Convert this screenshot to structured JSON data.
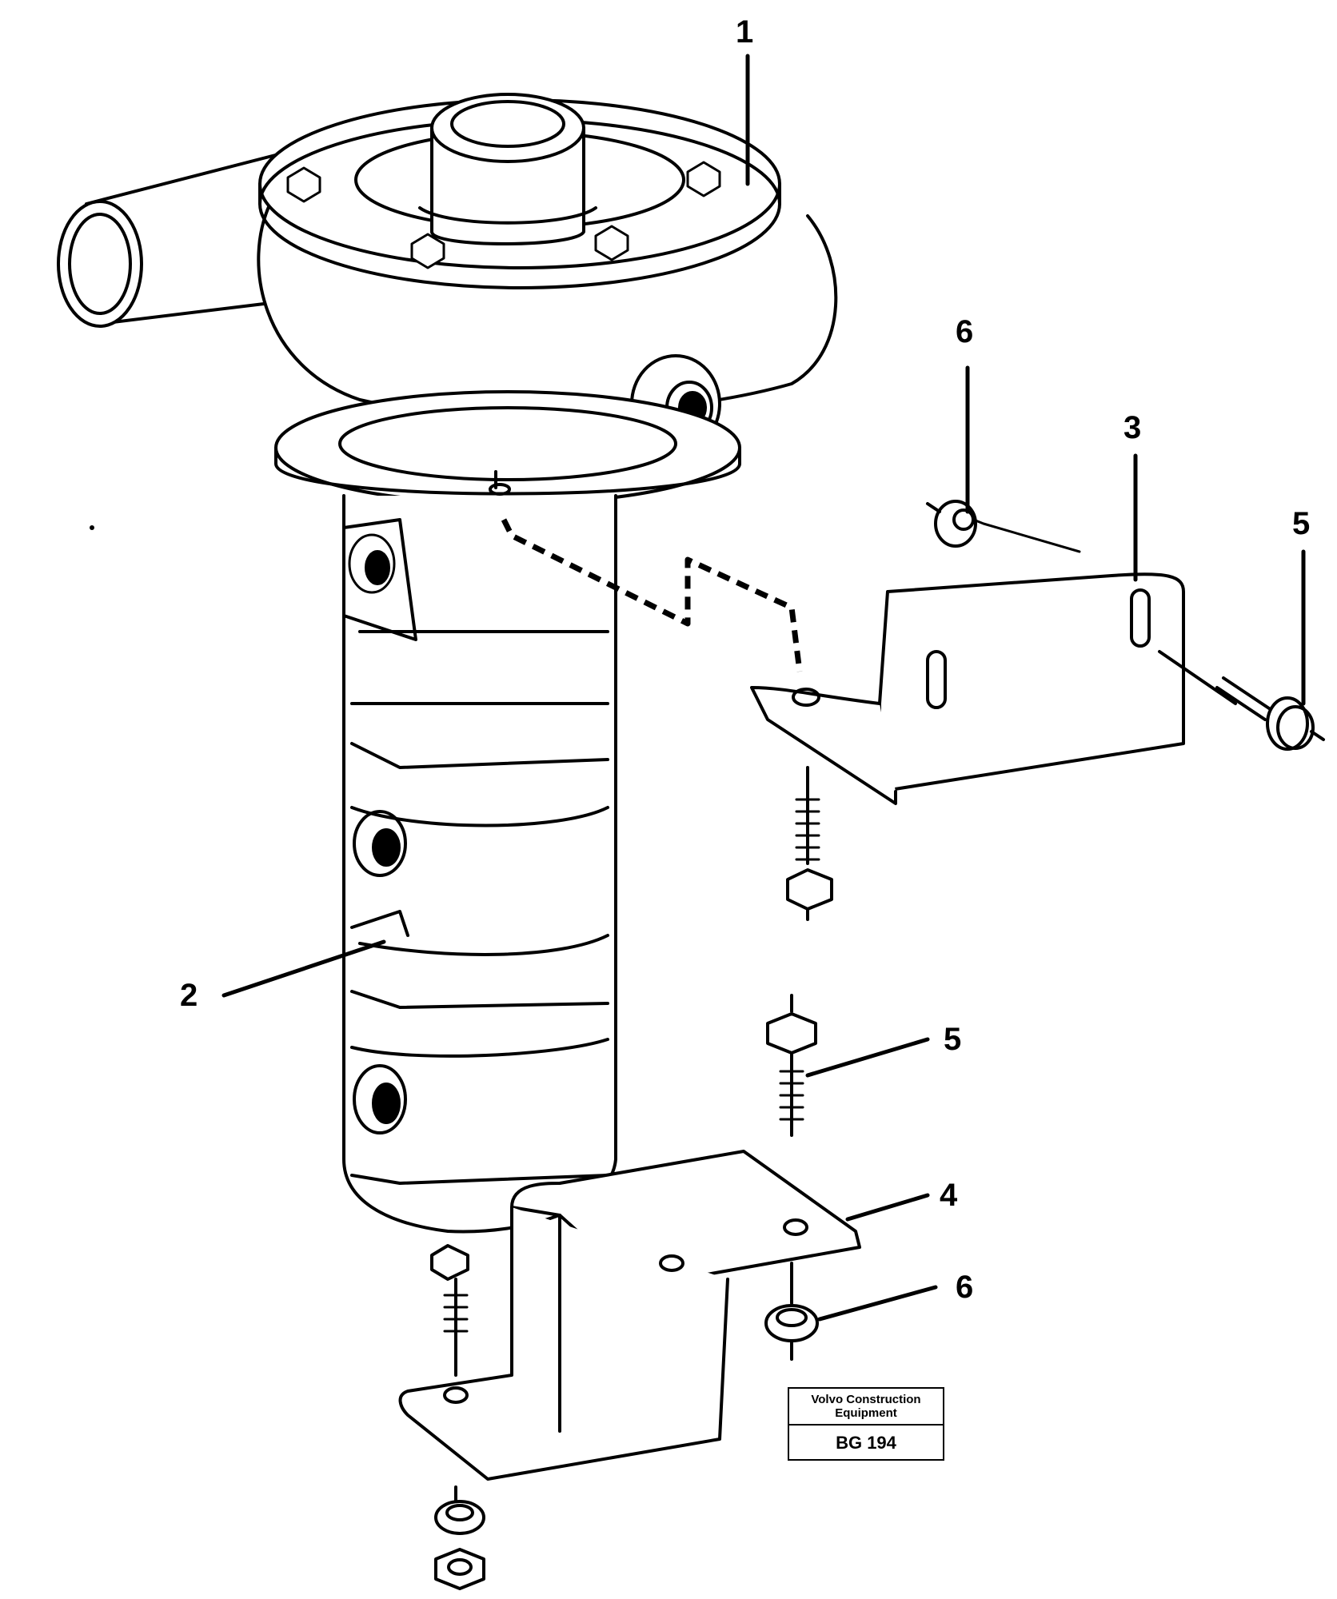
{
  "callouts": [
    {
      "id": "c1",
      "text": "1"
    },
    {
      "id": "c2",
      "text": "2"
    },
    {
      "id": "c3",
      "text": "3"
    },
    {
      "id": "c4",
      "text": "4"
    },
    {
      "id": "c5a",
      "text": "5"
    },
    {
      "id": "c5b",
      "text": "5"
    },
    {
      "id": "c6a",
      "text": "6"
    },
    {
      "id": "c6b",
      "text": "6"
    }
  ],
  "stamp": {
    "line1": "Volvo Construction",
    "line2": "Equipment",
    "code": "BG 194"
  }
}
